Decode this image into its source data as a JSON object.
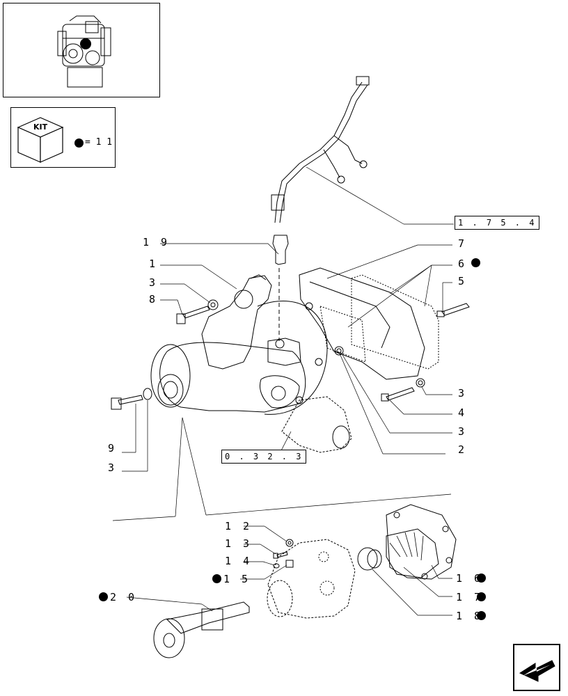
{
  "kit": {
    "label": "KIT",
    "equals": "= 1 1"
  },
  "references": {
    "harness": "1 . 7 5 . 4",
    "elbow": "0 . 3 2 . 3"
  },
  "callouts": {
    "c19": "1 9",
    "c1": "1",
    "c3a": "3",
    "c8": "8",
    "c7": "7",
    "c6": "6",
    "c5": "5",
    "c3b": "3",
    "c4": "4",
    "c3c": "3",
    "c2": "2",
    "c9": "9",
    "c3d": "3",
    "c12": "1 2",
    "c13": "1 3",
    "c14": "1 4",
    "c15": "1 5",
    "c16": "1 6",
    "c17": "1 7",
    "c18": "1 8",
    "c20": "2 0"
  },
  "icons": {
    "engine": "engine-thumbnail-icon",
    "kit": "kit-box-icon",
    "next": "next-page-arrow-icon"
  }
}
